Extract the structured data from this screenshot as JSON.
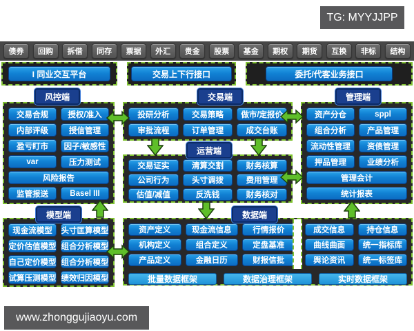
{
  "page": {
    "tg_label": "TG: MYYJJPP",
    "watermark": "www.zhonggujiaoyu.com"
  },
  "tabs": [
    "债券",
    "回购",
    "拆借",
    "同存",
    "票据",
    "外汇",
    "贵金",
    "股票",
    "基金",
    "期权",
    "期货",
    "互换",
    "非标",
    "结构"
  ],
  "interfaces": [
    "I 同业交互平台",
    "交易上下行接口",
    "委托/代客业务接口"
  ],
  "sections": {
    "risk": {
      "title": "风控端",
      "rows": [
        [
          "交易合规",
          "授权/准入"
        ],
        [
          "内部评级",
          "授信管理"
        ],
        [
          "盈亏盯市",
          "因子/敏感性"
        ],
        [
          "var",
          "压力测试"
        ],
        [
          "风险报告"
        ],
        [
          "监管报送",
          "Basel III"
        ]
      ]
    },
    "trade": {
      "title": "交易端",
      "rows": [
        [
          "投研分析",
          "交易策略",
          "做市/定报价"
        ],
        [
          "审批流程",
          "订单管理",
          "成交台账"
        ]
      ]
    },
    "manage": {
      "title": "管理端",
      "rows": [
        [
          "资产分仓",
          "sppl"
        ],
        [
          "组合分析",
          "产品管理"
        ],
        [
          "流动性管理",
          "资债管理"
        ],
        [
          "押品管理",
          "业绩分析"
        ],
        [
          "管理会计"
        ],
        [
          "统计报表"
        ]
      ]
    },
    "ops": {
      "title": "运营端",
      "rows": [
        [
          "交易证实",
          "清算交割",
          "财务核算"
        ],
        [
          "公司行为",
          "头寸调拨",
          "费用管理"
        ],
        [
          "估值/减值",
          "反洗钱",
          "财务核对"
        ]
      ]
    },
    "model": {
      "title": "模型端",
      "rows": [
        [
          "现金流模型",
          "头寸匡算模型"
        ],
        [
          "定价估值模型",
          "组合分析模型"
        ],
        [
          "自己定价模型",
          "组合分析模型"
        ],
        [
          "试算压测模型",
          "绩效归因模型"
        ]
      ]
    },
    "data": {
      "title": "数据端",
      "left_rows": [
        [
          "资产定义",
          "现金流信息",
          "行情报价"
        ],
        [
          "机构定义",
          "组合定义",
          "定盘基准"
        ],
        [
          "产品定义",
          "金融日历",
          "财报信批"
        ]
      ],
      "right_rows": [
        [
          "成交信息",
          "持仓信息"
        ],
        [
          "曲线曲面",
          "统一指标库"
        ],
        [
          "舆论资讯",
          "统一标签库"
        ]
      ],
      "frameworks": [
        "批量数据框架",
        "数据治理框架",
        "实时数据框架"
      ]
    }
  },
  "colors": {
    "button_blue": "#1181d3",
    "framework_blue": "#2ba4e4",
    "header_navy": "#1a3f8e",
    "panel_dark": "#282828",
    "dash_green": "#7fc131",
    "arrow_green": "#5fbe2a",
    "gray_box": "#58585a",
    "tabbar_gray": "#474747"
  }
}
